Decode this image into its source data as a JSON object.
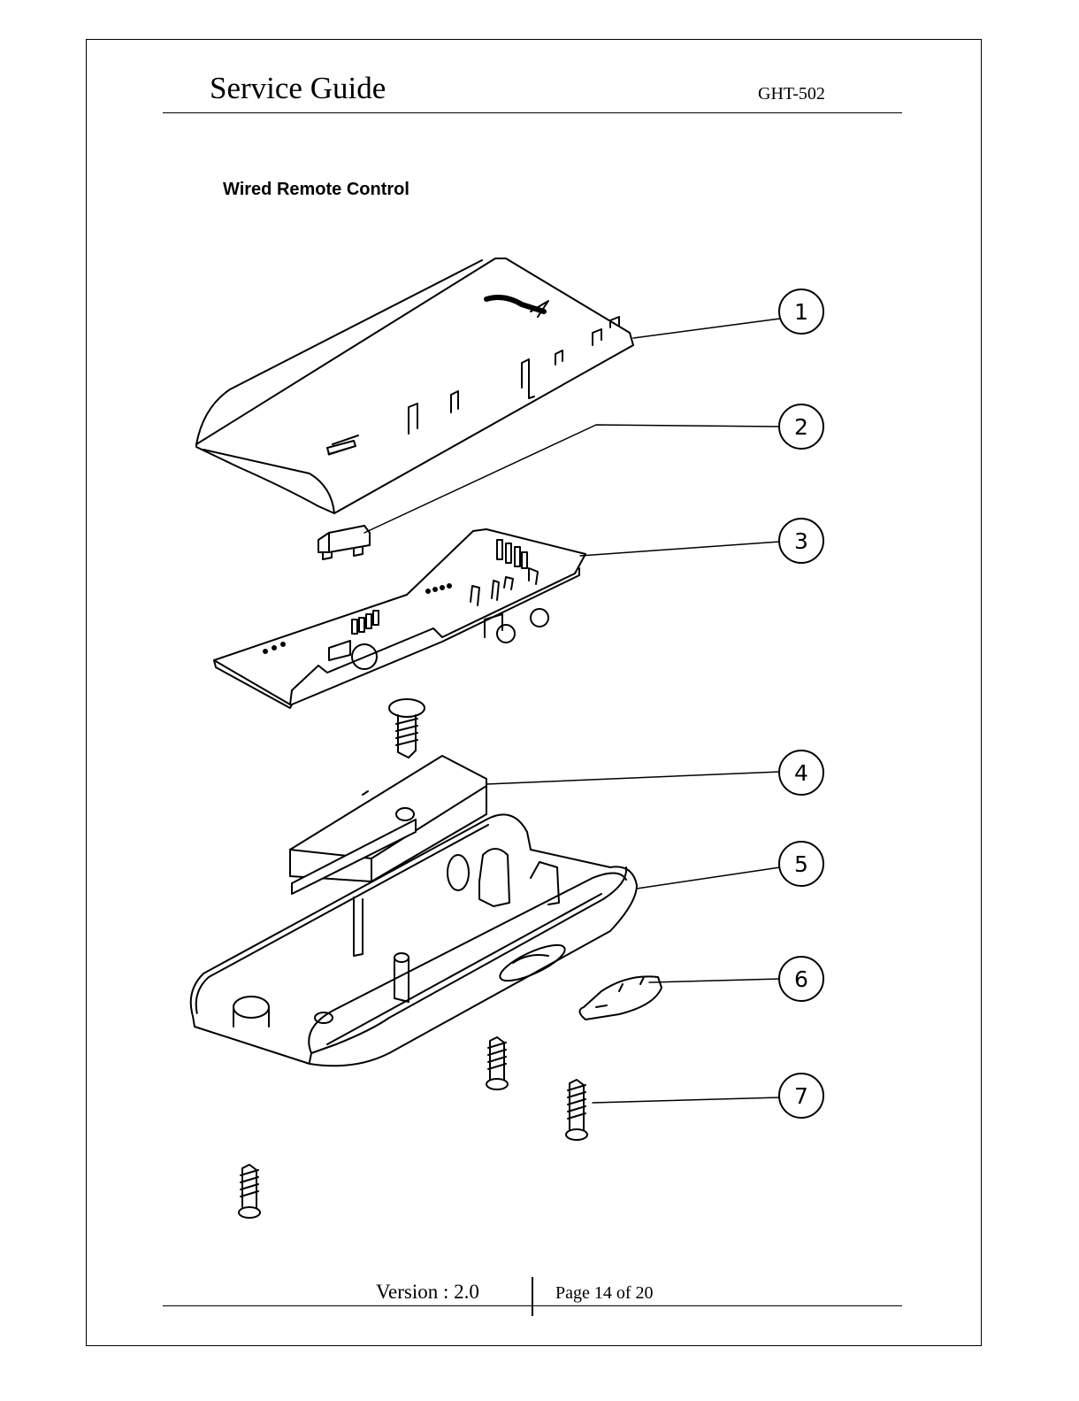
{
  "header": {
    "title": "Service Guide",
    "model": "GHT-502"
  },
  "section": {
    "heading": "Wired Remote Control"
  },
  "diagram": {
    "callouts": [
      {
        "number": "1",
        "part": "top-cover"
      },
      {
        "number": "2",
        "part": "button-switch"
      },
      {
        "number": "3",
        "part": "circuit-board"
      },
      {
        "number": "4",
        "part": "foam-pad"
      },
      {
        "number": "5",
        "part": "bottom-housing"
      },
      {
        "number": "6",
        "part": "side-knob"
      },
      {
        "number": "7",
        "part": "screw"
      }
    ]
  },
  "footer": {
    "version": "Version : 2.0",
    "page": "Page 14 of 20"
  }
}
